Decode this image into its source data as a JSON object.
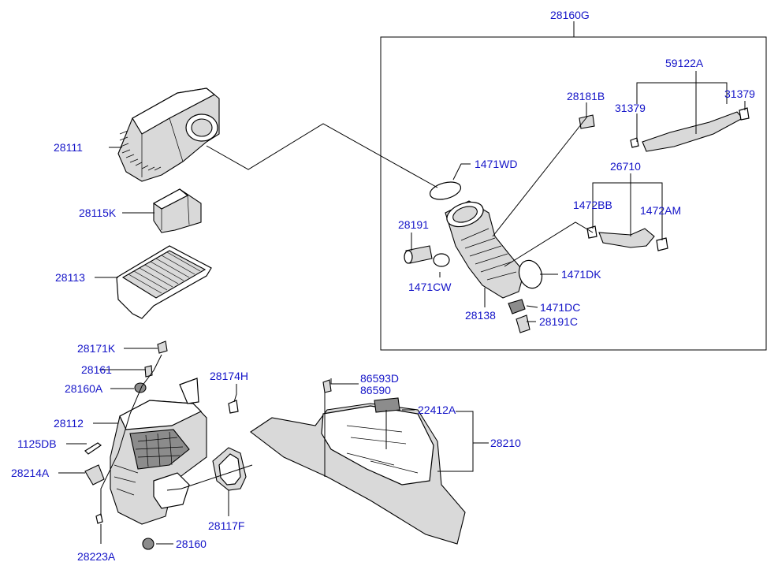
{
  "labels": {
    "l28160G": "28160G",
    "l59122A": "59122A",
    "l28181B": "28181B",
    "l31379a": "31379",
    "l31379b": "31379",
    "l28111": "28111",
    "l1471WD": "1471WD",
    "l26710": "26710",
    "l28115K": "28115K",
    "l1472BB": "1472BB",
    "l1472AM": "1472AM",
    "l28191": "28191",
    "l28113": "28113",
    "l1471DK": "1471DK",
    "l1471CW": "1471CW",
    "l1471DC": "1471DC",
    "l28138": "28138",
    "l28191C": "28191C",
    "l28171K": "28171K",
    "l28161": "28161",
    "l28174H": "28174H",
    "l86593D": "86593D",
    "l28160A": "28160A",
    "l86590": "86590",
    "l28112": "28112",
    "l22412A": "22412A",
    "l1125DB": "1125DB",
    "l28210": "28210",
    "l28214A": "28214A",
    "l28117F": "28117F",
    "l28160": "28160",
    "l28223A": "28223A"
  },
  "colors": {
    "label": "#1414c8",
    "line": "#000000",
    "part_fill": "#d9d9d9"
  }
}
